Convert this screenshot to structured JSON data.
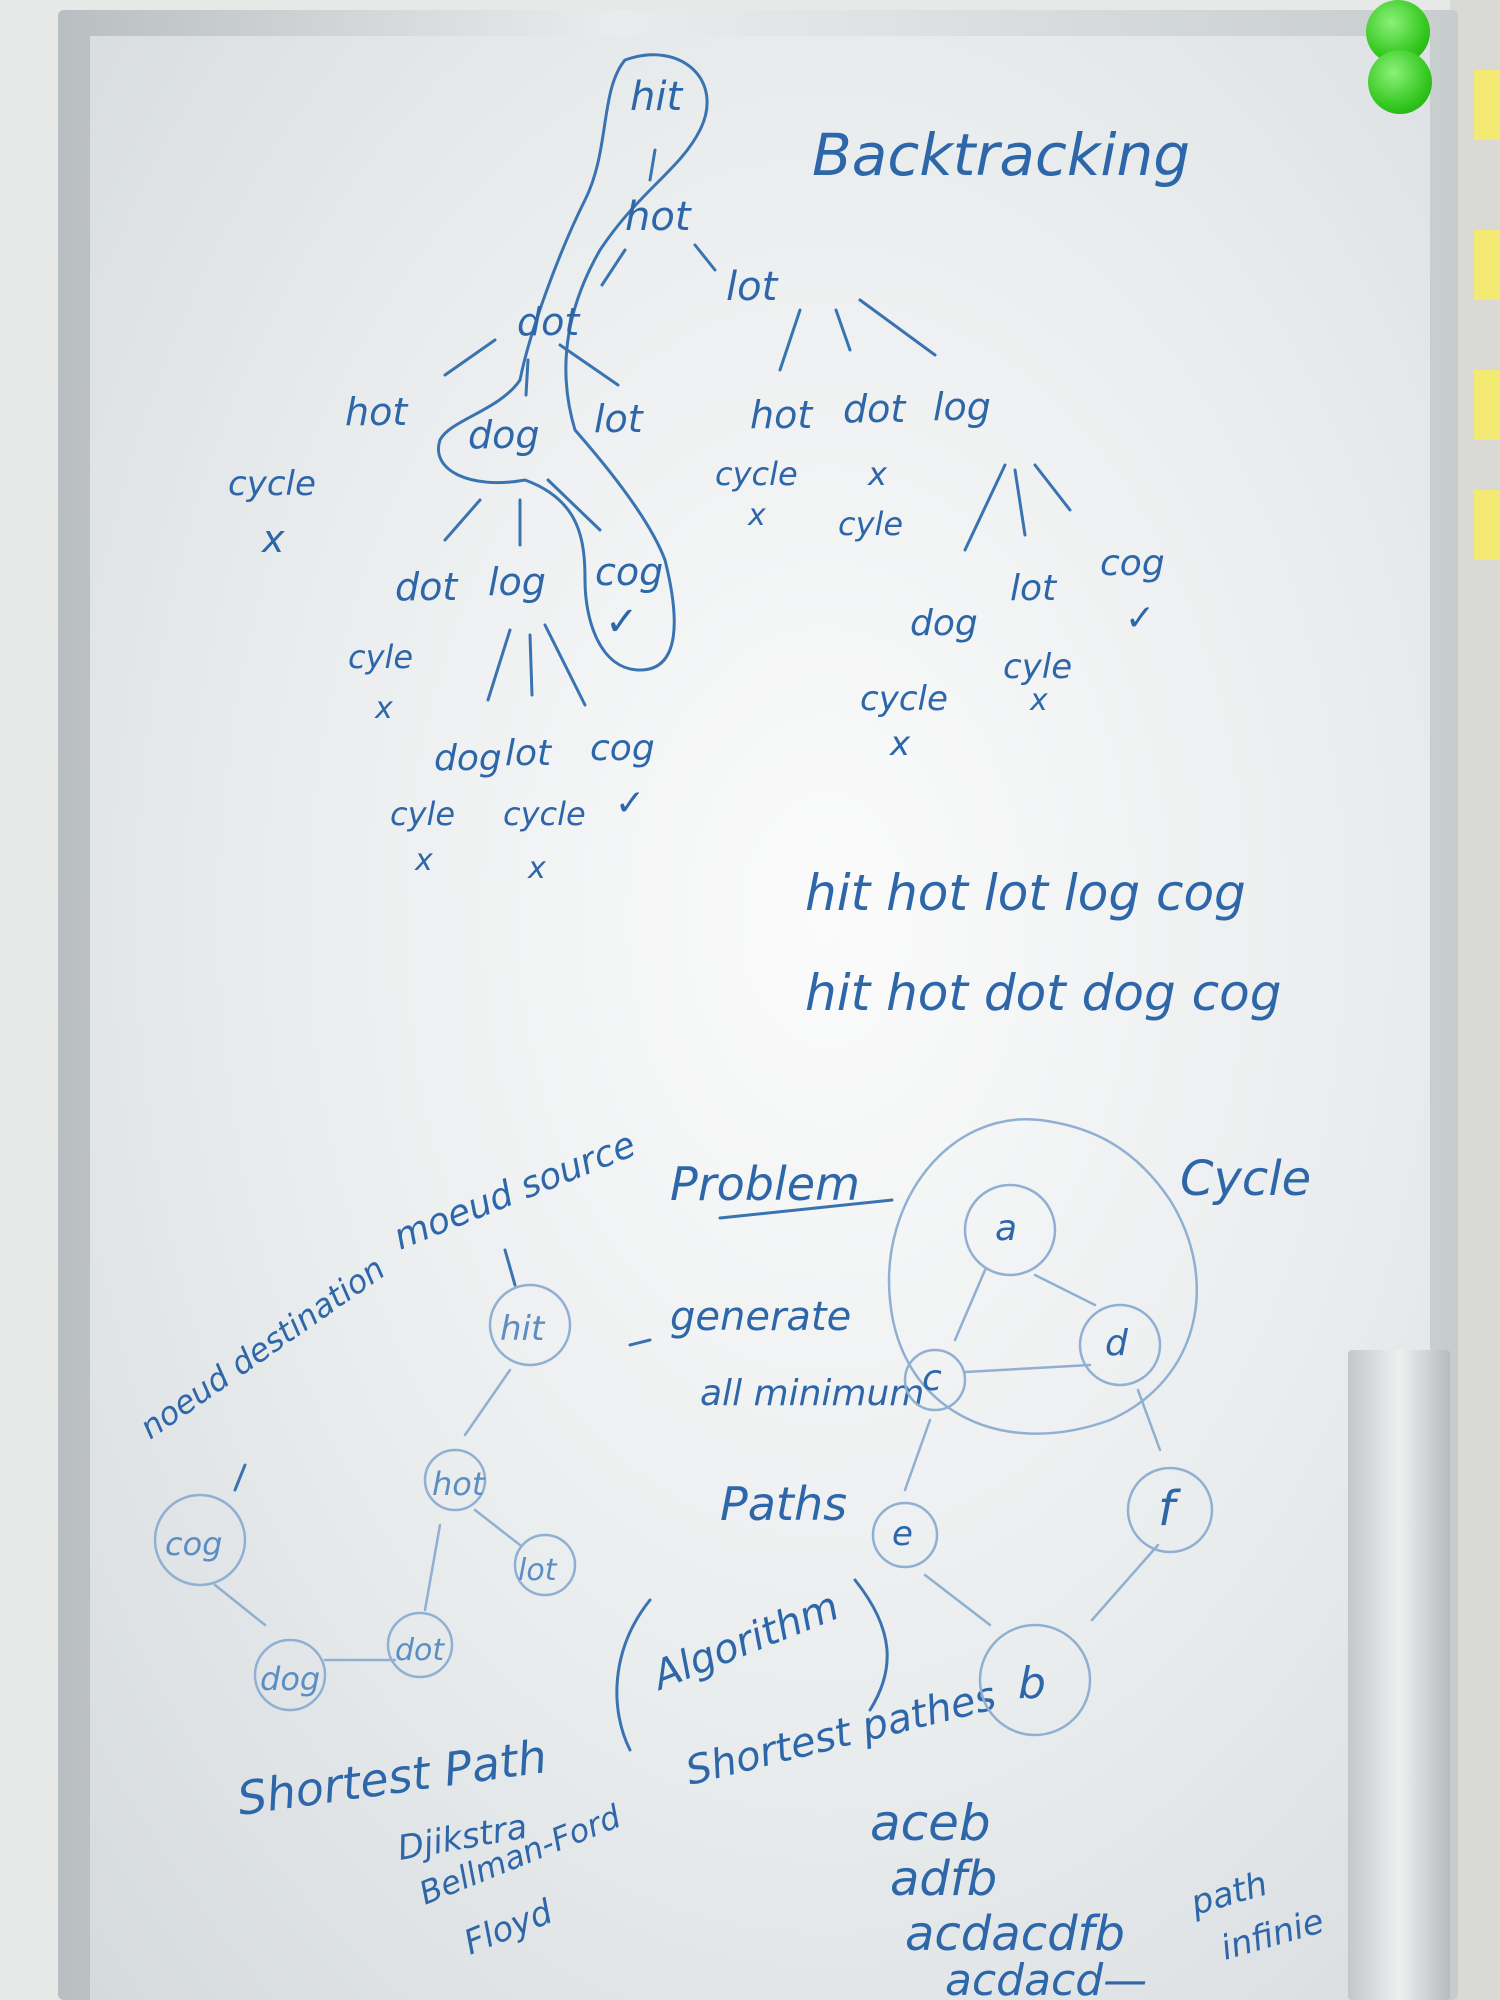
{
  "title": "Backtracking",
  "tree": {
    "root": "hit",
    "level1": "hot",
    "level2": [
      "dot",
      "lot"
    ],
    "dot_children": [
      "hot",
      "dog",
      "lot"
    ],
    "lot_children": [
      "hot",
      "dot",
      "log"
    ],
    "dog_children": [
      "dot",
      "log",
      "cog"
    ],
    "log_children_left": [
      "dog",
      "lot",
      "cog"
    ],
    "log_children_right": [
      "dog",
      "lot",
      "cog"
    ],
    "marks": {
      "cycle": "cycle",
      "cycle_alt": "cyle",
      "cycle_alt2": "cycle",
      "fail": "x",
      "ok": "✓"
    }
  },
  "paths": [
    "hit hot lot log cog",
    "hit hot dot dog cog"
  ],
  "graph": {
    "label_source": "moeud source",
    "label_dest": "noeud destination",
    "nodes": [
      "hit",
      "hot",
      "lot",
      "dot",
      "dog",
      "cog"
    ]
  },
  "problem": {
    "heading": "Problem",
    "lines": [
      "generate",
      "all minimum",
      "Paths"
    ],
    "algo_lines": [
      "Algorithm",
      "Shortest pathes"
    ]
  },
  "algorithms": [
    "Shortest Path",
    "Djikstra",
    "Bellman-Ford",
    "Floyd"
  ],
  "cycle_graph": {
    "label": "Cycle",
    "nodes": [
      "a",
      "d",
      "c",
      "e",
      "f",
      "b"
    ],
    "paths": [
      "aceb",
      "adfb",
      "acdacdfb",
      "acdacd—"
    ],
    "note": [
      "path",
      "infinie"
    ]
  }
}
